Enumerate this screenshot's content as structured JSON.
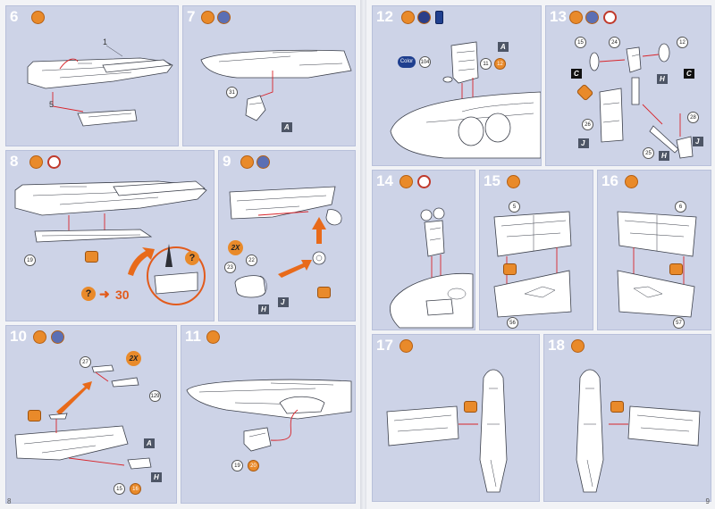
{
  "colors": {
    "panel": "#cdd3e7",
    "orange": "#e98a2a",
    "guide_line": "#d8252b",
    "tag_gray": "#4d5566"
  },
  "left_page": {
    "page_number": "8",
    "steps": [
      {
        "number": "6",
        "callouts": [
          "1",
          "5"
        ]
      },
      {
        "number": "7",
        "callouts": [
          "31"
        ],
        "tags": [
          "A"
        ]
      },
      {
        "number": "8",
        "callouts": [
          "19"
        ],
        "detail_text": "30"
      },
      {
        "number": "9",
        "callouts": [
          "23",
          "22"
        ],
        "tags": [
          "H",
          "J"
        ],
        "multiplier": "2X"
      },
      {
        "number": "10",
        "callouts": [
          "27",
          "129",
          "15",
          "16"
        ],
        "tags": [
          "A",
          "H"
        ],
        "multiplier": "2X"
      },
      {
        "number": "11",
        "callouts": [
          "19",
          "20"
        ]
      }
    ]
  },
  "right_page": {
    "page_number": "9",
    "steps": [
      {
        "number": "12",
        "callouts": [
          "104",
          "11",
          "12"
        ],
        "tags": [
          "A"
        ],
        "product_label": "Color"
      },
      {
        "number": "13",
        "callouts": [
          "15",
          "24",
          "12",
          "26",
          "28",
          "25"
        ],
        "tags": [
          "C",
          "H",
          "C",
          "J",
          "H",
          "J"
        ]
      },
      {
        "number": "14"
      },
      {
        "number": "15",
        "callouts": [
          "5",
          "56"
        ]
      },
      {
        "number": "16",
        "callouts": [
          "6",
          "57"
        ]
      },
      {
        "number": "17"
      },
      {
        "number": "18"
      }
    ]
  },
  "icons": {
    "paint": "paint-pot-icon",
    "brush": "paint-brush-icon",
    "clock": "drying-time-clock-icon",
    "glue": "glue-tube-icon"
  }
}
